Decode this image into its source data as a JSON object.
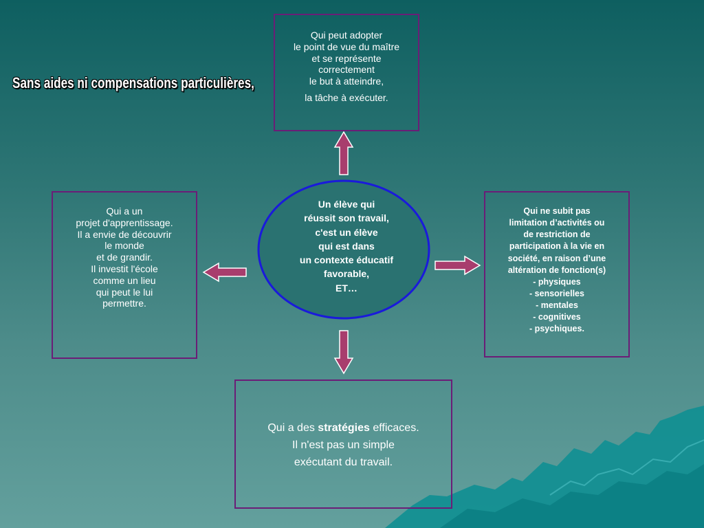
{
  "title": "Sans aides ni compensations particulières,",
  "center": {
    "lines": [
      "Un élève qui",
      "réussit son travail,",
      "c'est un élève",
      "qui est dans",
      "un contexte éducatif",
      "favorable,",
      "ET…"
    ]
  },
  "top_box": {
    "lines": [
      "Qui peut adopter",
      "le point de vue du maître",
      "et se représente",
      "correctement",
      "le but à atteindre,",
      "la tâche à exécuter."
    ]
  },
  "left_box": {
    "lines": [
      "Qui a un",
      "projet d'apprentissage.",
      "Il a envie de découvrir",
      "le monde",
      "et de grandir.",
      "Il investit l'école",
      "comme un lieu",
      "qui peut le lui",
      "permettre."
    ]
  },
  "right_box": {
    "lines": [
      "Qui ne subit pas",
      "limitation d’activités ou",
      "de restriction de",
      "participation à la vie en",
      "société, en raison d’une",
      "altération de fonction(s)",
      "- physiques",
      "- sensorielles",
      "- mentales",
      "- cognitives",
      "- psychiques."
    ]
  },
  "bottom_box": {
    "line1_prefix": "Qui a des ",
    "line1_bold": "stratégies",
    "line1_suffix": " efficaces.",
    "line2": "Il n'est pas un simple",
    "line3": "exécutant du travail."
  },
  "colors": {
    "border": "#6b1d77",
    "arrow": "#a83d6d",
    "ellipse_stroke": "#1a1adb",
    "ellipse_fill": "#2a7271"
  }
}
